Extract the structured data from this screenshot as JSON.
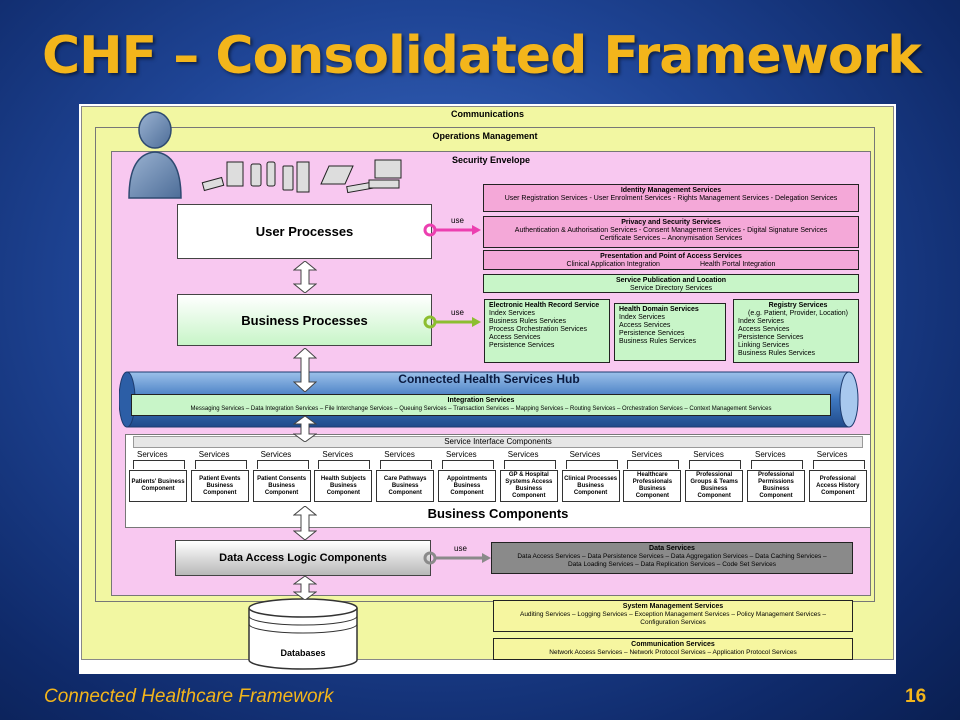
{
  "slide": {
    "title": "CHF – Consolidated Framework",
    "footer": "Connected Healthcare Framework",
    "page_number": "16"
  },
  "diagram": {
    "layers": {
      "communications": "Communications",
      "operations": "Operations Management",
      "security": "Security Envelope"
    },
    "processes": {
      "user": "User Processes",
      "business": "Business Processes",
      "data_access": "Data Access Logic Components"
    },
    "use_label": "use",
    "identity": {
      "title": "Identity Management Services",
      "lines": [
        "User Registration Services - User Enrolment Services - Rights Management Services - Delegation Services"
      ]
    },
    "privacy": {
      "title": "Privacy and Security Services",
      "lines": [
        "Authentication & Authorisation Services - Consent Management Services - Digital Signature Services",
        "Certificate Services – Anonymisation Services"
      ]
    },
    "presentation": {
      "title": "Presentation and Point of Access Services",
      "left": "Clinical Application Integration",
      "right": "Health Portal Integration"
    },
    "publication": {
      "title": "Service Publication and Location",
      "lines": [
        "Service Directory Services"
      ]
    },
    "ehr": {
      "title": "Electronic Health Record Service",
      "lines": [
        "Index Services",
        "Business Rules Services",
        "Process Orchestration Services",
        "Access Services",
        "Persistence Services"
      ]
    },
    "health_domain": {
      "title": "Health Domain Services",
      "lines": [
        "Index Services",
        "Access Services",
        "Persistence Services",
        "Business Rules Services"
      ]
    },
    "registry": {
      "title": "Registry Services",
      "subtitle": "(e.g. Patient, Provider, Location)",
      "lines": [
        "Index Services",
        "Access Services",
        "Persistence Services",
        "Linking Services",
        "Business Rules Services"
      ]
    },
    "hub": {
      "title": "Connected Health Services Hub"
    },
    "integration": {
      "title": "Integration Services",
      "lines": [
        "Messaging Services – Data Integration Services – File Interchange Services – Queuing Services – Transaction Services – Mapping Services – Routing Services – Orchestration Services – Context Management Services"
      ]
    },
    "service_interface": "Service Interface Components",
    "services_label": "Services",
    "business_components_title": "Business Components",
    "components": [
      "Patients' Business Component",
      "Patient Events Business Component",
      "Patient Consents Business Component",
      "Health Subjects Business Component",
      "Care Pathways Business Component",
      "Appointments Business Component",
      "GP & Hospital Systems Access Business Component",
      "Clinical Processes Business Component",
      "Healthcare Professionals Business Component",
      "Professional Groups & Teams Business Component",
      "Professional Permissions Business Component",
      "Professional Access History Component"
    ],
    "data_services": {
      "title": "Data Services",
      "lines": [
        "Data Access Services – Data Persistence Services – Data Aggregation Services – Data Caching Services –",
        "Data Loading Services – Data Replication Services – Code Set Services"
      ]
    },
    "system_mgmt": {
      "title": "System Management Services",
      "lines": [
        "Auditing Services – Logging Services – Exception Management Services – Policy Management Services –",
        "Configuration Services"
      ]
    },
    "comm_services": {
      "title": "Communication Services",
      "lines": [
        "Network Access Services – Network Protocol Services – Application Protocol Services"
      ]
    },
    "database": "Databases",
    "colors": {
      "communications_bg": "#f2f7a2",
      "security_bg": "#f8c8f0",
      "identity_bg": "#f4a8d8",
      "business_services_bg": "#c8f5c8",
      "hub_blue": "#3f78c0",
      "data_services_bg": "#8a8a8a",
      "yellow_box": "#f6f6a0",
      "use_pink": "#ec3fb0",
      "use_green": "#8cbe30",
      "use_gray": "#8a8a8a"
    }
  }
}
